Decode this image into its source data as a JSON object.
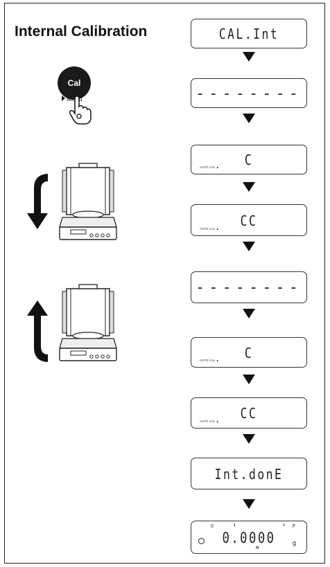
{
  "title": "Internal Calibration",
  "key": {
    "label": "Cal",
    "sublabel": "Menu"
  },
  "displays": [
    {
      "text": "CAL.Int",
      "style": "seg"
    },
    {
      "text": "--------",
      "style": "dash"
    },
    {
      "text": "C",
      "style": "seg",
      "indicator": "AUTO CAL ▲"
    },
    {
      "text": "CC",
      "style": "seg",
      "indicator": "AUTO CAL ▲"
    },
    {
      "text": "--------",
      "style": "dash"
    },
    {
      "text": "C",
      "style": "seg",
      "indicator": "AUTO CAL ▲"
    },
    {
      "text": "CC",
      "style": "seg",
      "indicator": "AUTO CAL ▲"
    },
    {
      "text": "Int.donE",
      "style": "seg"
    }
  ],
  "final_display": {
    "value": "0.0000",
    "unit": "g",
    "marker_left": "0",
    "marker_right": "F",
    "sub_symbol": "n"
  },
  "icons": {
    "hand": "hand-press-icon",
    "balance": "analytical-balance-icon",
    "arrow_down": "curved-arrow-down-icon",
    "arrow_up": "curved-arrow-up-icon"
  }
}
